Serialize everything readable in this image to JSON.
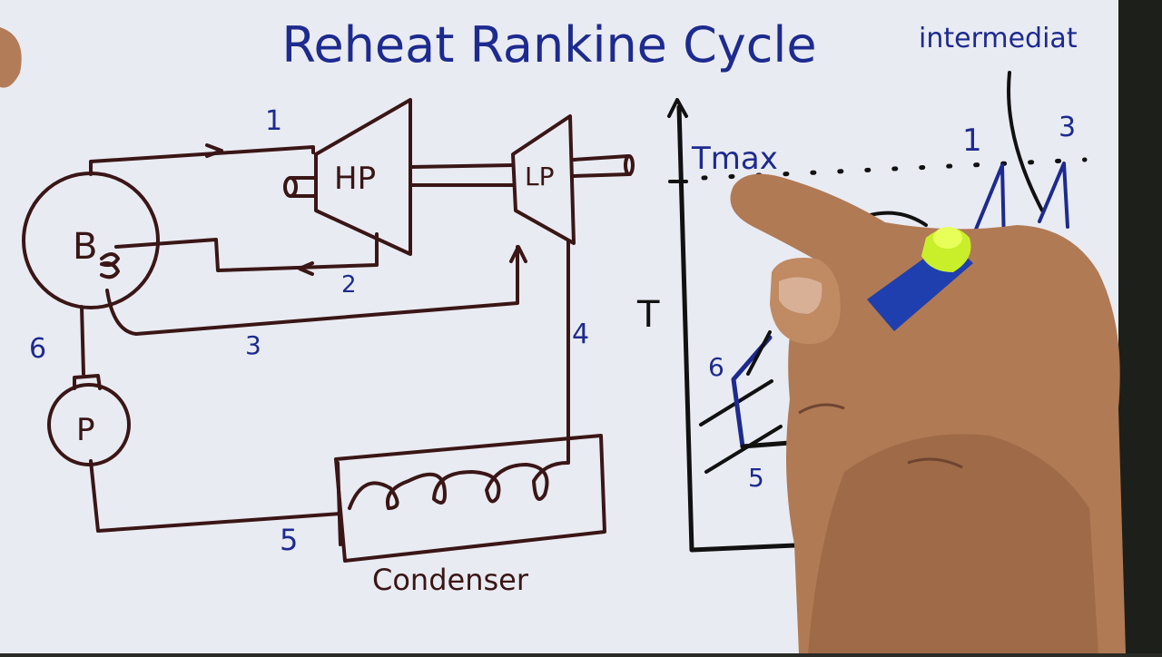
{
  "title": "Reheat Rankine Cycle",
  "corner_note": "intermediat",
  "components": {
    "boiler": "B",
    "pump": "P",
    "hp_turbine": "HP",
    "lp_turbine": "LP",
    "condenser": "Condenser"
  },
  "state_points": {
    "s1": "1",
    "s2": "2",
    "s3": "3",
    "s4": "4",
    "s5": "5",
    "s6": "6"
  },
  "ts_diagram": {
    "y_axis_label": "T",
    "tmax_label": "Tmax",
    "point_1": "1",
    "point_3": "3",
    "point_5": "5",
    "point_6": "6"
  },
  "colors": {
    "paper": "#e9ebf2",
    "ink_maroon": "#3a1616",
    "ink_blue": "#1d2a8f",
    "pen_body": "#1f3fae",
    "pen_cap": "#c9ef2a",
    "skin": "#b07a55"
  }
}
